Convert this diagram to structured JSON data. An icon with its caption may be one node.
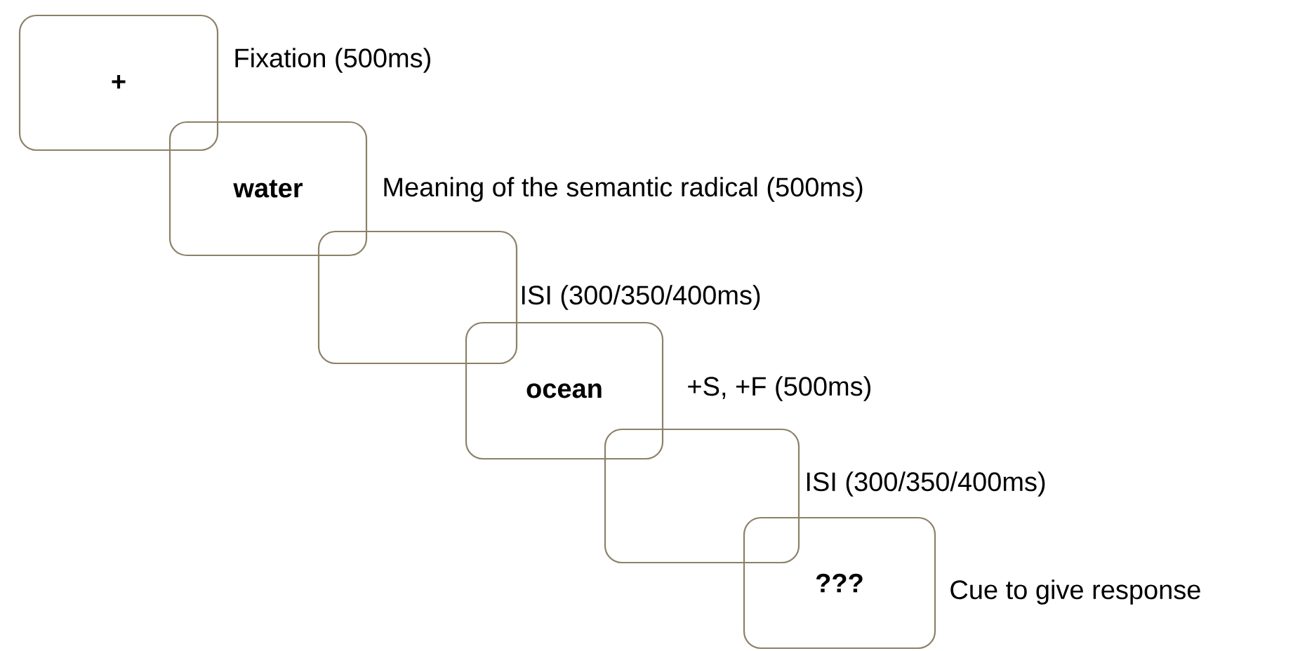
{
  "diagram": {
    "nodes": [
      {
        "text": [
          "+"
        ],
        "beside": [
          "Fixation (500ms)"
        ]
      },
      {
        "text": [
          "water"
        ],
        "beside": [
          "Meaning of the semantic radical (500ms)"
        ]
      },
      {
        "text": [],
        "shape": "box",
        "beside": [
          "ISI  (300/350/400ms)"
        ]
      },
      {
        "text": [
          "ocean"
        ],
        "beside": [
          "+S, +F (500ms)"
        ]
      },
      {
        "text": [],
        "shape": "box",
        "beside": [
          "ISI  (300/350/400ms)"
        ]
      },
      {
        "text": [
          "???"
        ],
        "beside": [
          "Cue to give response"
        ]
      }
    ]
  }
}
